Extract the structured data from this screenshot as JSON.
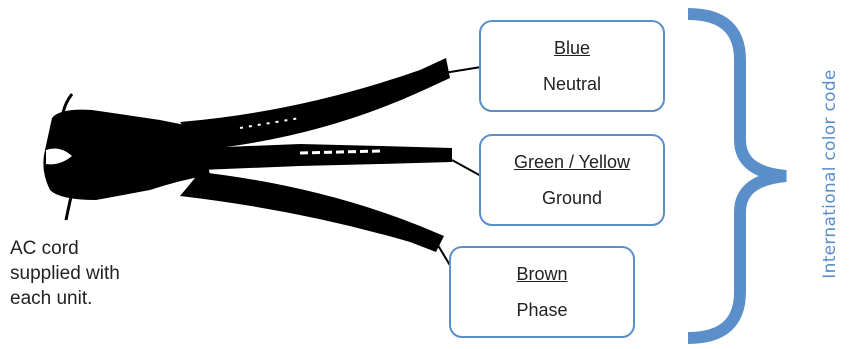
{
  "caption": {
    "line1": "AC cord",
    "line2": "supplied with",
    "line3": "each unit."
  },
  "wires": [
    {
      "color_name": "Blue",
      "role": "Neutral"
    },
    {
      "color_name": "Green / Yellow ",
      "role": "Ground"
    },
    {
      "color_name": "Brown",
      "role": "Phase"
    }
  ],
  "group_label": "International color code",
  "colors": {
    "accent": "#5b8fc9",
    "cable": "#000000",
    "text": "#222222"
  }
}
